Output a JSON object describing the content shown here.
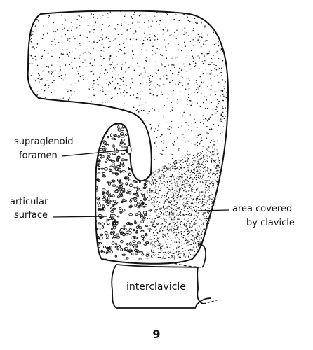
{
  "labels": {
    "supraglenoid_line1": "supraglenoid",
    "supraglenoid_line2": "foramen",
    "articular_line1": "articular",
    "articular_line2": "surface",
    "area_line1": "area covered",
    "area_line2": "by clavicle",
    "interclavicle": "interclavicle"
  },
  "figure_number": "9",
  "colors": {
    "ink": "#111111",
    "paper": "#ffffff"
  }
}
